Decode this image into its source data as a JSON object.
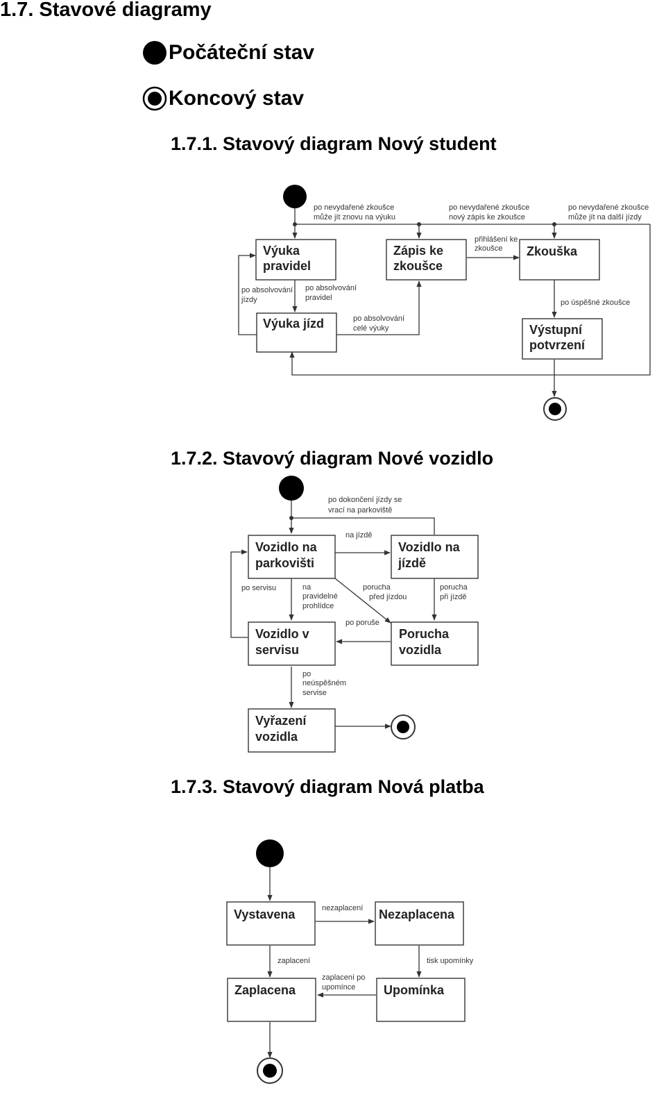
{
  "section_title": "1.7. Stavové diagramy",
  "legend": {
    "initial_label": "Počáteční stav",
    "final_label": "Koncový stav"
  },
  "diagram1": {
    "heading": "1.7.1. Stavový diagram Nový student",
    "states": {
      "vyuka_pravidel": [
        "Výuka",
        "pravidel"
      ],
      "zapis": [
        "Zápis ke",
        "zkoušce"
      ],
      "zkouska": [
        "Zkouška"
      ],
      "vyuka_jizd": [
        "Výuka jízd"
      ],
      "vystupni": [
        "Výstupní",
        "potvrzení"
      ]
    },
    "labels": {
      "retry_vyuka": [
        "po nevydařené zkoušce",
        "může jít znovu na výuku"
      ],
      "retry_zapis": [
        "po nevydařené zkoušce",
        "nový zápis ke zkoušce"
      ],
      "retry_jizdy": [
        "po nevydařené zkoušce",
        "může jít na další jízdy"
      ],
      "prihlaseni": [
        "přihlášení ke",
        "zkoušce"
      ],
      "po_abs_jizdy": [
        "po absolvování",
        "jízdy"
      ],
      "po_abs_pravidel": [
        "po absolvování",
        "pravidel"
      ],
      "po_abs_cele": [
        "po absolvování",
        "celé výuky"
      ],
      "po_uspesne": [
        "po úspěšné zkoušce"
      ]
    }
  },
  "diagram2": {
    "heading": "1.7.2. Stavový diagram Nové vozidlo",
    "states": {
      "parkoviste": [
        "Vozidlo na",
        "parkovišti"
      ],
      "na_jizde": [
        "Vozidlo na",
        "jízdě"
      ],
      "servis": [
        "Vozidlo v",
        "servisu"
      ],
      "porucha": [
        "Porucha",
        "vozidla"
      ],
      "vyrazeni": [
        "Vyřazení",
        "vozidla"
      ]
    },
    "labels": {
      "dokonceni": [
        "po dokončení jízdy se",
        "vrací na parkoviště"
      ],
      "na_jizde": [
        "na jízdě"
      ],
      "po_servisu": [
        "po servisu"
      ],
      "prohlidce": [
        "na",
        "pravidelné",
        "prohlídce"
      ],
      "porucha_pred": [
        "porucha",
        "před jízdou"
      ],
      "porucha_pri": [
        "porucha",
        "při jízdě"
      ],
      "po_poruse": [
        "po poruše"
      ],
      "neuspesnem": [
        "po",
        "neúspěšném",
        "servise"
      ]
    }
  },
  "diagram3": {
    "heading": "1.7.3. Stavový diagram Nová platba",
    "states": {
      "vystavena": [
        "Vystavena"
      ],
      "nezaplacena": [
        "Nezaplacena"
      ],
      "zaplacena": [
        "Zaplacena"
      ],
      "upominka": [
        "Upomínka"
      ]
    },
    "labels": {
      "nezaplaceni": [
        "nezaplacení"
      ],
      "zaplaceni": [
        "zaplacení"
      ],
      "tisk": [
        "tisk upomínky"
      ],
      "zaplaceni_po": [
        "zaplacení po",
        "upomínce"
      ]
    }
  }
}
